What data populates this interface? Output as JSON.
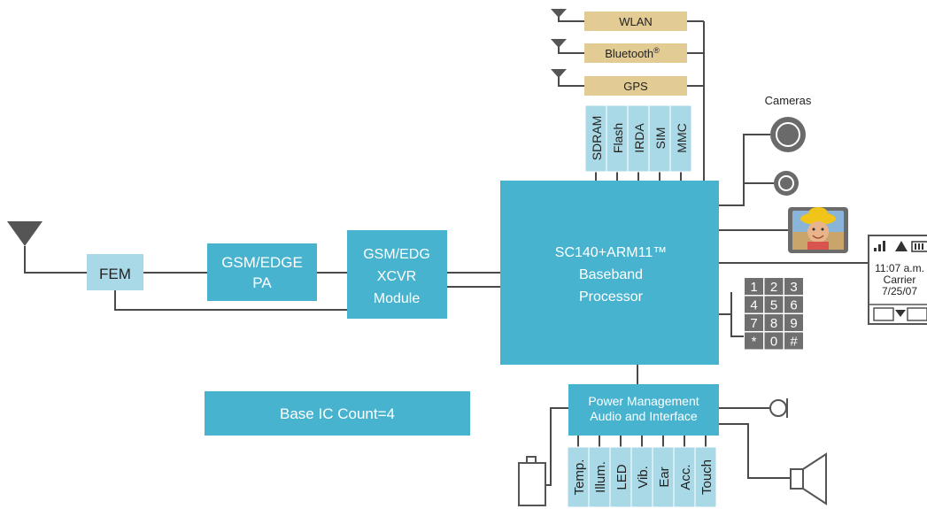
{
  "baseband": {
    "line1": "SC140+ARM11™",
    "line2": "Baseband",
    "line3": "Processor"
  },
  "fem": {
    "label": "FEM"
  },
  "pa": {
    "line1": "GSM/EDGE",
    "line2": "PA"
  },
  "xcvr": {
    "line1": "GSM/EDG",
    "line2": "XCVR",
    "line3": "Module"
  },
  "wireless": [
    {
      "label": "WLAN",
      "sup": ""
    },
    {
      "label": "Bluetooth",
      "sup": "®"
    },
    {
      "label": "GPS",
      "sup": ""
    }
  ],
  "memory_blocks": [
    "SDRAM",
    "Flash",
    "IRDA",
    "SIM",
    "MMC"
  ],
  "cameras_label": "Cameras",
  "display": {
    "time": "11:07 a.m.",
    "carrier": "Carrier",
    "date": "7/25/07"
  },
  "keypad": [
    "1",
    "2",
    "3",
    "4",
    "5",
    "6",
    "7",
    "8",
    "9",
    "*",
    "0",
    "#"
  ],
  "power": {
    "line1": "Power Management",
    "line2": "Audio and Interface"
  },
  "peripherals": [
    "Temp.",
    "Illum.",
    "LED",
    "Vib.",
    "Ear",
    "Acc.",
    "Touch"
  ],
  "ic_count": "Base IC Count=4",
  "colors": {
    "dark_blue": "#47b3cf",
    "light_blue": "#a9d9e6",
    "tan": "#e3cc94",
    "wire": "#4a4a4a"
  }
}
